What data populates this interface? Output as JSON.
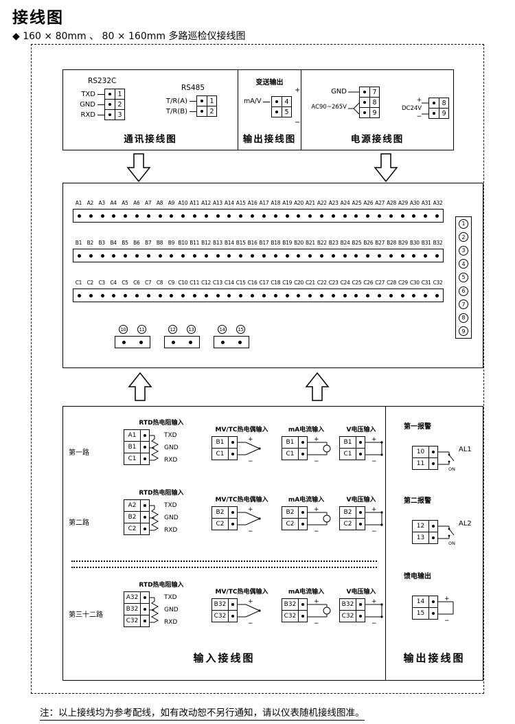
{
  "page": {
    "title": "接线图",
    "subtitle": "◆ 160 × 80mm 、 80 × 160mm 多路巡检仪接线图",
    "footnote": "注：以上接线均为参考配线，如有改动恕不另行通知，请以仪表随机接线图准。"
  },
  "comm": {
    "title": "通讯接线图",
    "rs232c_label": "RS232C",
    "rs232c_rows": [
      {
        "name": "TXD",
        "num": "1"
      },
      {
        "name": "GND",
        "num": "2"
      },
      {
        "name": "RXD",
        "num": "3"
      }
    ],
    "rs485_label": "RS485",
    "rs485_rows": [
      {
        "name": "T/R(A)",
        "num": "1"
      },
      {
        "name": "T/R(B)",
        "num": "2"
      }
    ]
  },
  "transmit": {
    "title": "输出接线图",
    "header": "变送输出",
    "signal_label": "mA/V",
    "rows": [
      {
        "num": "4"
      },
      {
        "num": "5"
      }
    ],
    "plus": "+",
    "minus": "−"
  },
  "power": {
    "title": "电源接线图",
    "gnd_label": "GND",
    "ac_label": "AC90~265V",
    "ac_rows": [
      {
        "num": "7"
      },
      {
        "num": "8"
      },
      {
        "num": "9"
      }
    ],
    "dc_label": "DC24V",
    "dc_rows": [
      {
        "num": "8"
      },
      {
        "num": "9"
      }
    ],
    "plus": "+",
    "minus": "−"
  },
  "terminal_block": {
    "row_a": [
      "A1",
      "A2",
      "A3",
      "A4",
      "A5",
      "A6",
      "A7",
      "A8",
      "A9",
      "A10",
      "A11",
      "A12",
      "A13",
      "A14",
      "A15",
      "A16",
      "A17",
      "A18",
      "A19",
      "A20",
      "A21",
      "A22",
      "A23",
      "A24",
      "A25",
      "A26",
      "A27",
      "A28",
      "A29",
      "A30",
      "A31",
      "A32"
    ],
    "row_b": [
      "B1",
      "B2",
      "B3",
      "B4",
      "B5",
      "B6",
      "B7",
      "B8",
      "B9",
      "B10",
      "B11",
      "B12",
      "B13",
      "B14",
      "B15",
      "B16",
      "B17",
      "B18",
      "B19",
      "B20",
      "B21",
      "B22",
      "B23",
      "B24",
      "B25",
      "B26",
      "B27",
      "B28",
      "B29",
      "B30",
      "B31",
      "B32"
    ],
    "row_c": [
      "C1",
      "C2",
      "C3",
      "C4",
      "C5",
      "C6",
      "C7",
      "C8",
      "C9",
      "C10",
      "C11",
      "C12",
      "C13",
      "C14",
      "C15",
      "C16",
      "C17",
      "C18",
      "C19",
      "C20",
      "C21",
      "C22",
      "C23",
      "C24",
      "C25",
      "C26",
      "C27",
      "C28",
      "C29",
      "C30",
      "C31",
      "C32"
    ],
    "side_circles": [
      "1",
      "2",
      "3",
      "4",
      "5",
      "6",
      "7",
      "8",
      "9"
    ],
    "bottom_groups": [
      {
        "l1": "10",
        "l2": "11"
      },
      {
        "l1": "12",
        "l2": "13"
      },
      {
        "l1": "14",
        "l2": "15"
      }
    ]
  },
  "input": {
    "title": "输入接线图",
    "channels": [
      {
        "name": "第一路",
        "rtd_header": "RTD热电阻输入",
        "a": "A1",
        "b": "B1",
        "c": "C1",
        "l1": "TXD",
        "l2": "GND",
        "l3": "RXD",
        "tc_header": "MV/TC热电偶输入",
        "ma_header": "mA电流输入",
        "v_header": "V电压输入",
        "plus": "+",
        "minus": "−"
      },
      {
        "name": "第二路",
        "rtd_header": "RTD热电阻输入",
        "a": "A2",
        "b": "B2",
        "c": "C2",
        "l1": "TXD",
        "l2": "GND",
        "l3": "RXD",
        "tc_header": "MV/TC热电偶输入",
        "ma_header": "mA电流输入",
        "v_header": "V电压输入",
        "plus": "+",
        "minus": "−"
      },
      {
        "name": "第三十二路",
        "rtd_header": "RTD热电阻输入",
        "a": "A32",
        "b": "B32",
        "c": "C32",
        "l1": "TXD",
        "l2": "GND",
        "l3": "RXD",
        "tc_header": "MV/TC热电偶输入",
        "ma_header": "mA电流输入",
        "v_header": "V电压输入",
        "plus": "+",
        "minus": "−"
      }
    ]
  },
  "output": {
    "title": "输出接线图",
    "on_label": "ON",
    "plus": "+",
    "minus": "−",
    "alarms": [
      {
        "header": "第一报警",
        "label": "AL1",
        "rows": [
          {
            "num": "10"
          },
          {
            "num": "11"
          }
        ]
      },
      {
        "header": "第二报警",
        "label": "AL2",
        "rows": [
          {
            "num": "12"
          },
          {
            "num": "13"
          }
        ]
      }
    ],
    "feed": {
      "header": "馈电输出",
      "rows": [
        {
          "num": "14"
        },
        {
          "num": "15"
        }
      ]
    }
  }
}
